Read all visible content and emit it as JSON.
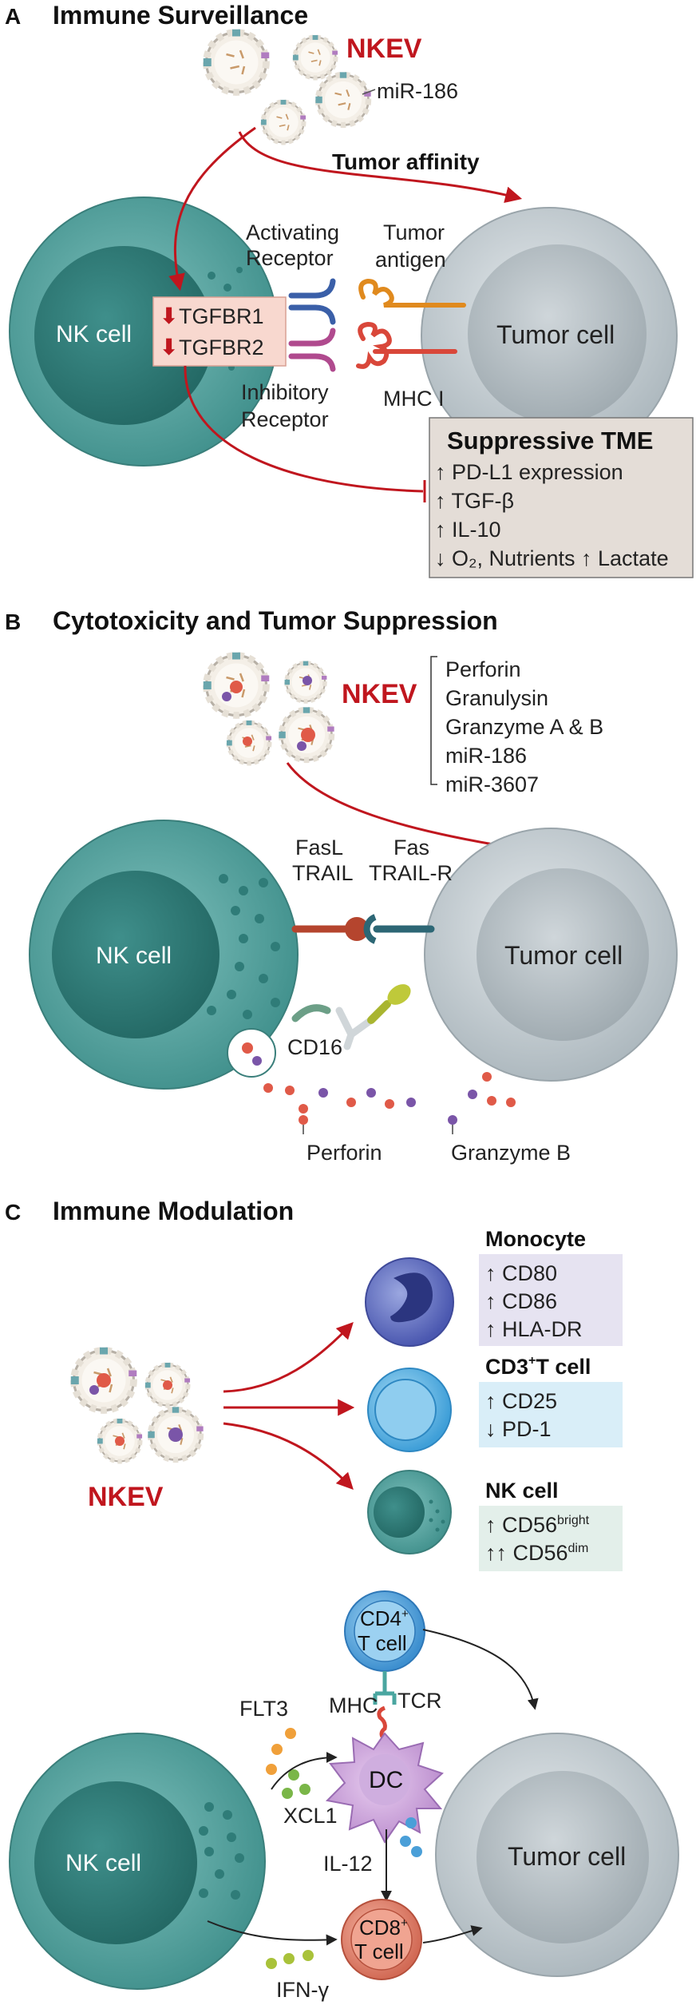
{
  "panels": {
    "a": {
      "letter": "A",
      "title": "Immune Surveillance",
      "nkev": "NKEV",
      "mirna": "miR-186",
      "tumor_affinity": "Tumor affinity",
      "activating_1": "Activating",
      "activating_2": "Receptor",
      "tumor_antigen_1": "Tumor",
      "tumor_antigen_2": "antigen",
      "nk_cell": "NK cell",
      "tgfbr1": "TGFBR1",
      "tgfbr2": "TGFBR2",
      "tumor_cell": "Tumor cell",
      "inhibitory_1": "Inhibitory",
      "inhibitory_2": "Receptor",
      "mhc": "MHC I",
      "tme_title": "Suppressive TME",
      "tme_items": [
        "↑ PD-L1 expression",
        "↑ TGF-β",
        "↑ IL-10",
        "↓ O₂, Nutrients ↑ Lactate"
      ]
    },
    "b": {
      "letter": "B",
      "title": "Cytotoxicity and Tumor Suppression",
      "nkev": "NKEV",
      "cargo": [
        "Perforin",
        "Granulysin",
        "Granzyme A & B",
        "miR-186",
        "miR-3607"
      ],
      "fasl": "FasL",
      "trail": "TRAIL",
      "fas": "Fas",
      "trail_r": "TRAIL-R",
      "nk_cell": "NK cell",
      "tumor_cell": "Tumor cell",
      "cd16": "CD16",
      "perforin": "Perforin",
      "granzyme_b": "Granzyme B"
    },
    "c": {
      "letter": "C",
      "title": "Immune Modulation",
      "nkev": "NKEV",
      "monocyte_title": "Monocyte",
      "monocyte_items": [
        "↑ CD80",
        "↑ CD86",
        "↑ HLA-DR"
      ],
      "t_cell_title": "CD3",
      "t_cell_sup": "+",
      "t_cell_title_tail": "T cell",
      "t_cell_items": [
        "↑ CD25",
        "↓ PD-1"
      ],
      "nk_title": "NK cell",
      "nk_item1": "↑ CD56",
      "nk_item1_sup": "bright",
      "nk_item2": "↑↑ CD56",
      "nk_item2_sup": "dim",
      "cd4_1": "CD4",
      "cd4_sup": "+",
      "cd4_2": "T cell",
      "mhc": "MHC",
      "tcr": "TCR",
      "flt3": "FLT3",
      "dc": "DC",
      "xcl1": "XCL1",
      "nk_cell": "NK cell",
      "il12": "IL-12",
      "tumor_cell": "Tumor cell",
      "cd8_1": "CD8",
      "cd8_sup": "+",
      "cd8_2": "T cell",
      "ifng": "IFN-γ"
    }
  },
  "colors": {
    "red_accent": "#c0161e",
    "nk_outer": "#4f9e9a",
    "nk_nucleus": "#2f7c78",
    "tumor_outer": "#c3ccd1",
    "tumor_nucleus": "#aab4ba",
    "tme_box": "#e4ddd7",
    "monocyte_box": "#e6e3f1",
    "tcell_box": "#d9eef8",
    "nkcell_box": "#e3efea"
  }
}
